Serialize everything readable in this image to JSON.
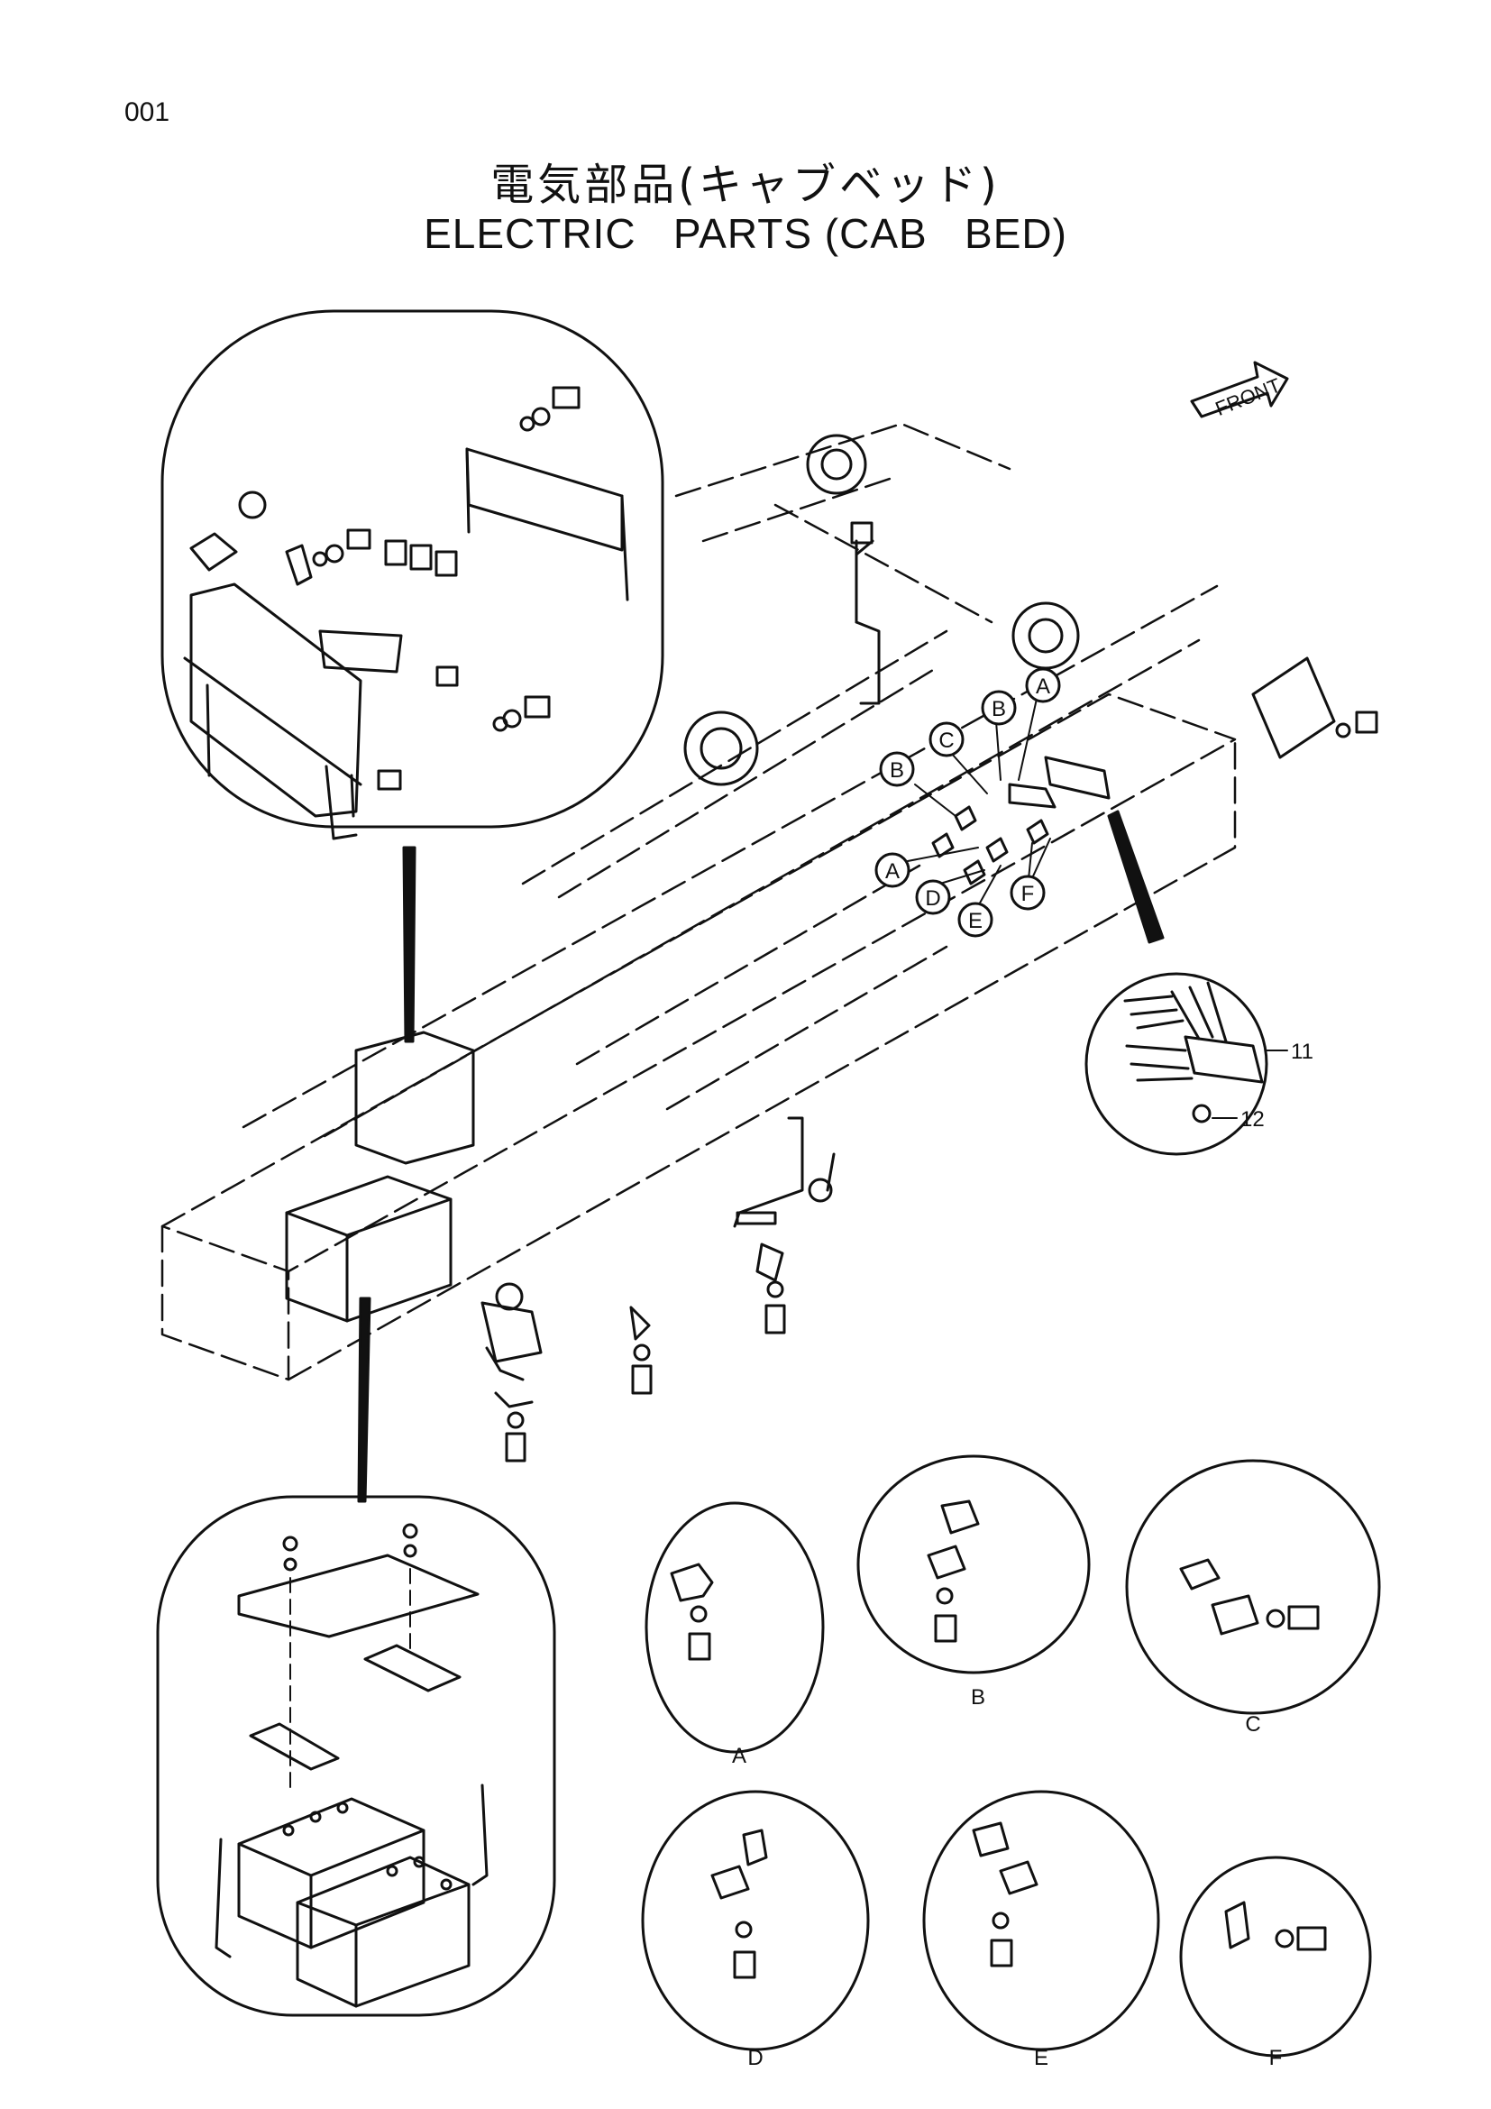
{
  "page_number": "001",
  "title_jp": "電気部品(キャブベッド)",
  "title_en": "ELECTRIC   PARTS (CAB   BED)",
  "front_label": "FRONT",
  "callouts": {
    "a1": "A",
    "b1": "B",
    "b2": "B",
    "c1": "C",
    "a2": "A",
    "d1": "D",
    "e1": "E",
    "f1": "F"
  },
  "part_numbers": {
    "p11": "11",
    "p12": "12"
  },
  "detail_labels": {
    "A": "A",
    "B": "B",
    "C": "C",
    "D": "D",
    "E": "E",
    "F": "F"
  }
}
